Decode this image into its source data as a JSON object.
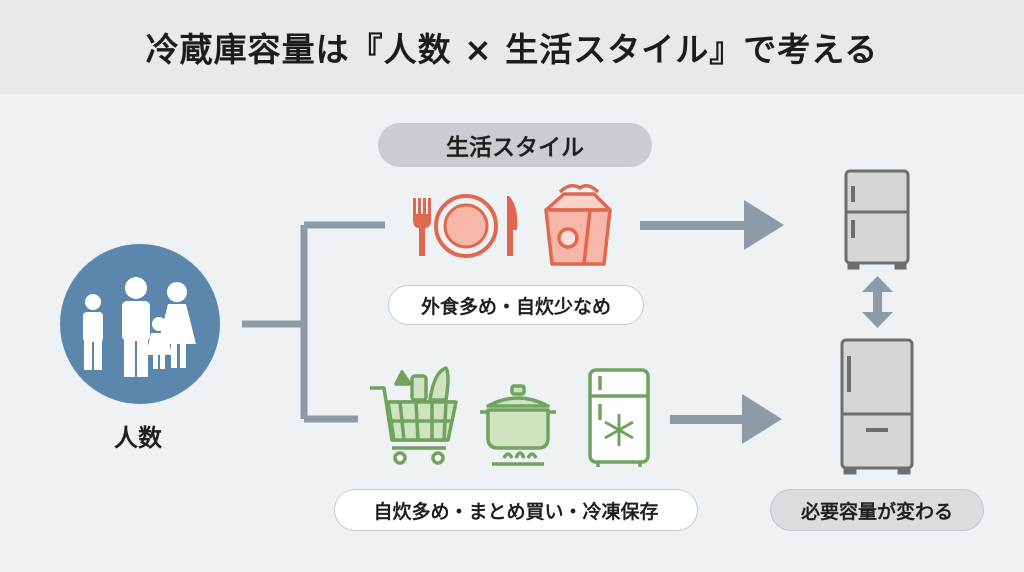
{
  "title": "冷蔵庫容量は『人数 × 生活スタイル』で考える",
  "people_label": "人数",
  "lifestyle_label": "生活スタイル",
  "eating_out_label": "外食多め・自炊少なめ",
  "cooking_label": "自炊多め・まとめ買い・冷凍保存",
  "result_label": "必要容量が変わる",
  "colors": {
    "people_circle": "#5c87ad",
    "eating_out_icons": "#e06850",
    "eating_out_fill": "#f7b7a8",
    "cooking_icons": "#6fa35f",
    "cooking_fill": "#cfe3c1",
    "connectors": "#8e9aa6",
    "fridge": "#6e6e6e",
    "fridge_fill": "#d6d6d6"
  },
  "icons": {
    "people": "family-icon",
    "eating_out": [
      "fork-icon",
      "plate-icon",
      "knife-icon",
      "takeout-box-icon"
    ],
    "cooking": [
      "shopping-cart-icon",
      "cooking-pot-icon",
      "freezer-fridge-icon"
    ],
    "results": [
      "small-fridge-icon",
      "large-fridge-icon",
      "double-arrow-icon"
    ]
  }
}
